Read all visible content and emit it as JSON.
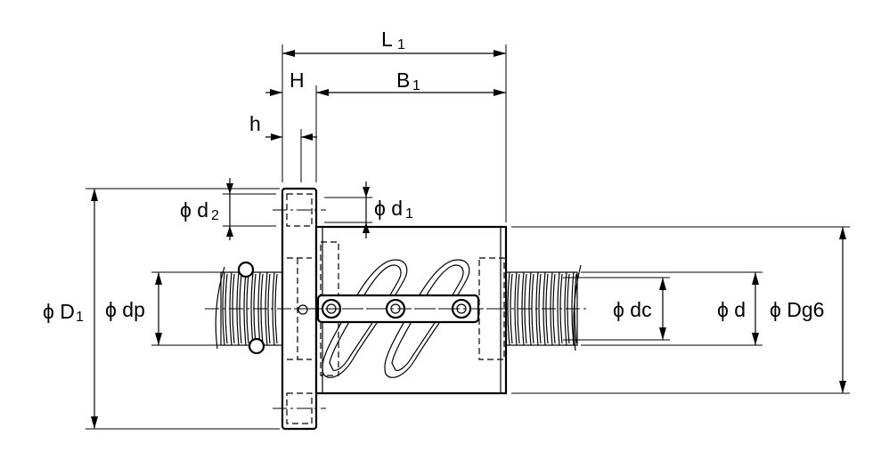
{
  "labels": {
    "L1_main": "L",
    "L1_sub": "1",
    "H": "H",
    "B1_main": "B",
    "B1_sub": "1",
    "h": "h",
    "d2_main": "ϕ d",
    "d2_sub": "2",
    "d1_main": "ϕ d",
    "d1_sub": "1",
    "D1_main": "ϕ D",
    "D1_sub": "1",
    "dp": "ϕ dp",
    "dc": "ϕ dc",
    "d": "ϕ d",
    "Dg6": "ϕ Dg6"
  }
}
